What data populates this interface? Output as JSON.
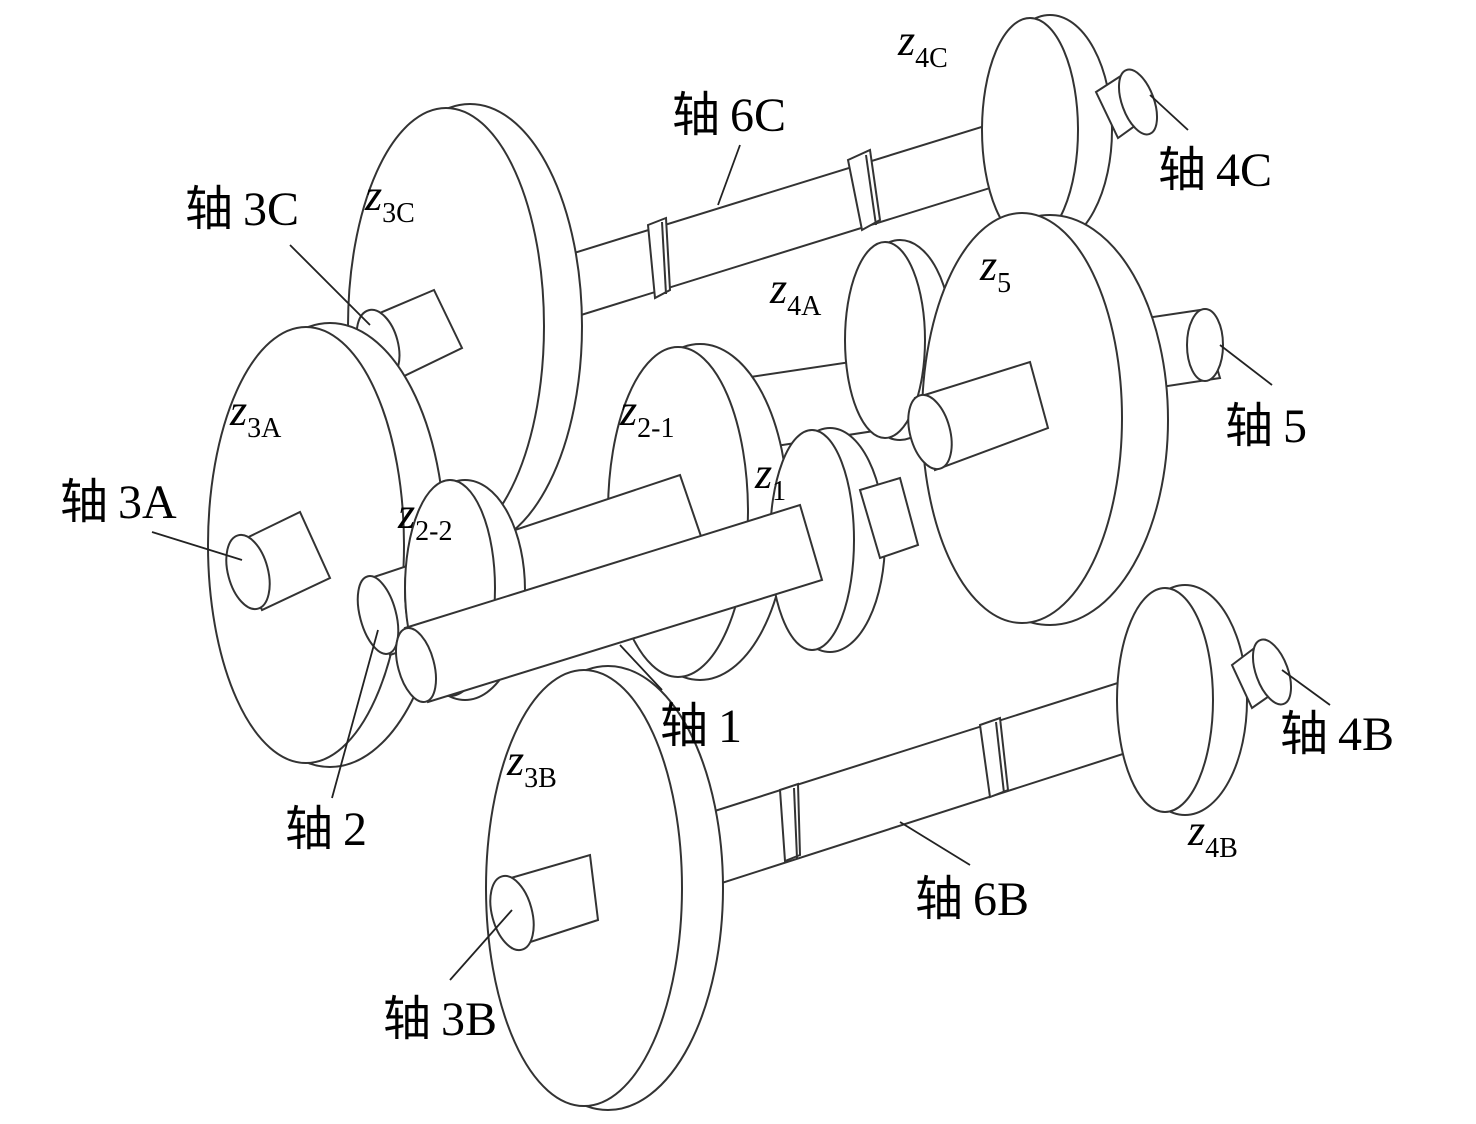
{
  "diagram": {
    "shaft_prefix": "轴",
    "shafts": [
      {
        "id": "1",
        "label": "1"
      },
      {
        "id": "2",
        "label": "2"
      },
      {
        "id": "3A",
        "label": "3A"
      },
      {
        "id": "3B",
        "label": "3B"
      },
      {
        "id": "3C",
        "label": "3C"
      },
      {
        "id": "4B",
        "label": "4B"
      },
      {
        "id": "4C",
        "label": "4C"
      },
      {
        "id": "5",
        "label": "5"
      },
      {
        "id": "6B",
        "label": "6B"
      },
      {
        "id": "6C",
        "label": "6C"
      }
    ],
    "gears": [
      {
        "id": "z1",
        "symbol": "z",
        "sub": "1"
      },
      {
        "id": "z2-1",
        "symbol": "z",
        "sub": "2-1"
      },
      {
        "id": "z2-2",
        "symbol": "z",
        "sub": "2-2"
      },
      {
        "id": "z3A",
        "symbol": "z",
        "sub": "3A"
      },
      {
        "id": "z3B",
        "symbol": "z",
        "sub": "3B"
      },
      {
        "id": "z3C",
        "symbol": "z",
        "sub": "3C"
      },
      {
        "id": "z4A",
        "symbol": "z",
        "sub": "4A"
      },
      {
        "id": "z4B",
        "symbol": "z",
        "sub": "4B"
      },
      {
        "id": "z4C",
        "symbol": "z",
        "sub": "4C"
      },
      {
        "id": "z5",
        "symbol": "z",
        "sub": "5"
      }
    ]
  }
}
